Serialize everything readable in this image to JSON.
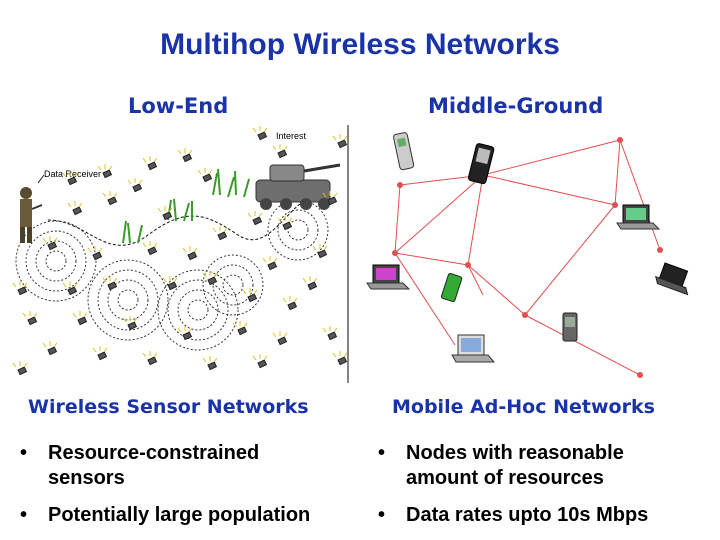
{
  "title": "Multihop Wireless Networks",
  "left": {
    "heading": "Low-End",
    "footer": "Wireless Sensor Networks",
    "labels": {
      "interest": "Interest",
      "receiver": "Data Receiver"
    },
    "bullets": [
      {
        "line1": "Resource-constrained",
        "line2": "sensors"
      },
      {
        "line1": "Potentially large population",
        "line2": ""
      }
    ]
  },
  "right": {
    "heading": "Middle-Ground",
    "footer": "Mobile Ad-Hoc Networks",
    "bullets": [
      {
        "line1": "Nodes with reasonable",
        "line2": "amount of resources"
      },
      {
        "line1": "Data rates upto 10s Mbps",
        "line2": ""
      }
    ]
  },
  "bullet_char": "•",
  "colors": {
    "title": "#1a33a8",
    "links": "#e05050",
    "plants": "#3a9a2a"
  }
}
